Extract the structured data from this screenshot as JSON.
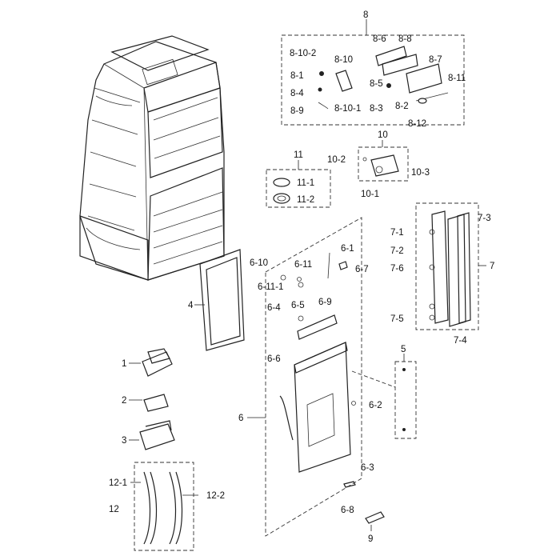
{
  "labels": {
    "p1": "1",
    "p2": "2",
    "p3": "3",
    "p4": "4",
    "p6": "6",
    "p5": "5",
    "p6_1": "6-1",
    "p6_2": "6-2",
    "p6_3": "6-3",
    "p6_4": "6-4",
    "p6_5": "6-5",
    "p6_6": "6-6",
    "p6_7": "6-7",
    "p6_8": "6-8",
    "p6_9": "6-9",
    "p6_10": "6-10",
    "p6_11": "6-11",
    "p6_11_1": "6-11-1",
    "p7": "7",
    "p7_1": "7-1",
    "p7_2": "7-2",
    "p7_3": "7-3",
    "p7_4": "7-4",
    "p7_5": "7-5",
    "p7_6": "7-6",
    "p8": "8",
    "p8_1": "8-1",
    "p8_2": "8-2",
    "p8_3": "8-3",
    "p8_4": "8-4",
    "p8_5": "8-5",
    "p8_6": "8-6",
    "p8_7": "8-7",
    "p8_8": "8-8",
    "p8_9": "8-9",
    "p8_10": "8-10",
    "p8_10_1": "8-10-1",
    "p8_10_2": "8-10-2",
    "p8_11": "8-11",
    "p8_12": "8-12",
    "p9": "9",
    "p10": "10",
    "p10_1": "10-1",
    "p10_2": "10-2",
    "p10_3": "10-3",
    "p11": "11",
    "p11_1": "11-1",
    "p11_2": "11-2",
    "p12": "12",
    "p12_1": "12-1",
    "p12_2": "12-2"
  }
}
